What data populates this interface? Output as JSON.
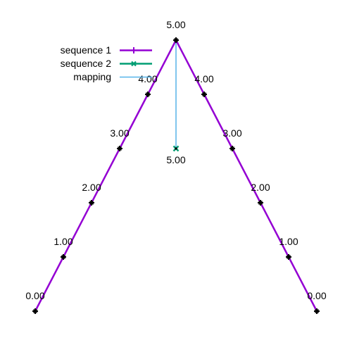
{
  "chart_data": {
    "type": "line",
    "title": "",
    "xlabel": "",
    "ylabel": "",
    "grid": false,
    "legend_position": "top-left",
    "xlim": [
      0,
      10
    ],
    "ylim": [
      0,
      5
    ],
    "series": [
      {
        "name": "sequence 1",
        "color": "#9400d3",
        "marker": "plus",
        "x": [
          0,
          1,
          2,
          3,
          4,
          5,
          6,
          7,
          8,
          9,
          10
        ],
        "y": [
          0,
          1,
          2,
          3,
          4,
          5,
          4,
          3,
          2,
          1,
          0
        ],
        "labels": [
          "0.00",
          "1.00",
          "2.00",
          "3.00",
          "4.00",
          "5.00",
          "4.00",
          "3.00",
          "2.00",
          "1.00",
          "0.00"
        ]
      },
      {
        "name": "sequence 2",
        "color": "#009e73",
        "marker": "cross",
        "x": [
          5
        ],
        "y": [
          3
        ],
        "labels": [
          "5.00"
        ]
      }
    ],
    "mapping": {
      "name": "mapping",
      "color": "#56b4e9",
      "pairs": [
        {
          "from": {
            "x": 5,
            "y": 5
          },
          "to": {
            "x": 5,
            "y": 3
          }
        }
      ]
    }
  }
}
